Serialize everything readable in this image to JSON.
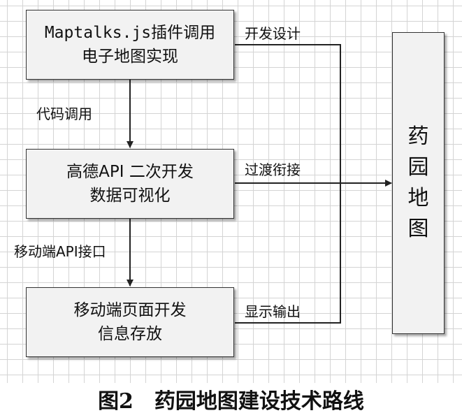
{
  "diagram": {
    "box1": {
      "line1": "Maptalks.js插件调用",
      "line2": "电子地图实现"
    },
    "box2": {
      "line1": "高德API 二次开发",
      "line2": "数据可视化"
    },
    "box3": {
      "line1": "移动端页面开发",
      "line2": "信息存放"
    },
    "result_box": {
      "chars": [
        "药",
        "园",
        "地",
        "图"
      ]
    },
    "edge_labels": {
      "code_call": "代码调用",
      "mobile_api": "移动端API接口",
      "dev_design": "开发设计",
      "transition": "过渡衔接",
      "display_output": "显示输出"
    }
  },
  "caption": {
    "figure": "图2",
    "title": "药园地图建设技术路线"
  }
}
